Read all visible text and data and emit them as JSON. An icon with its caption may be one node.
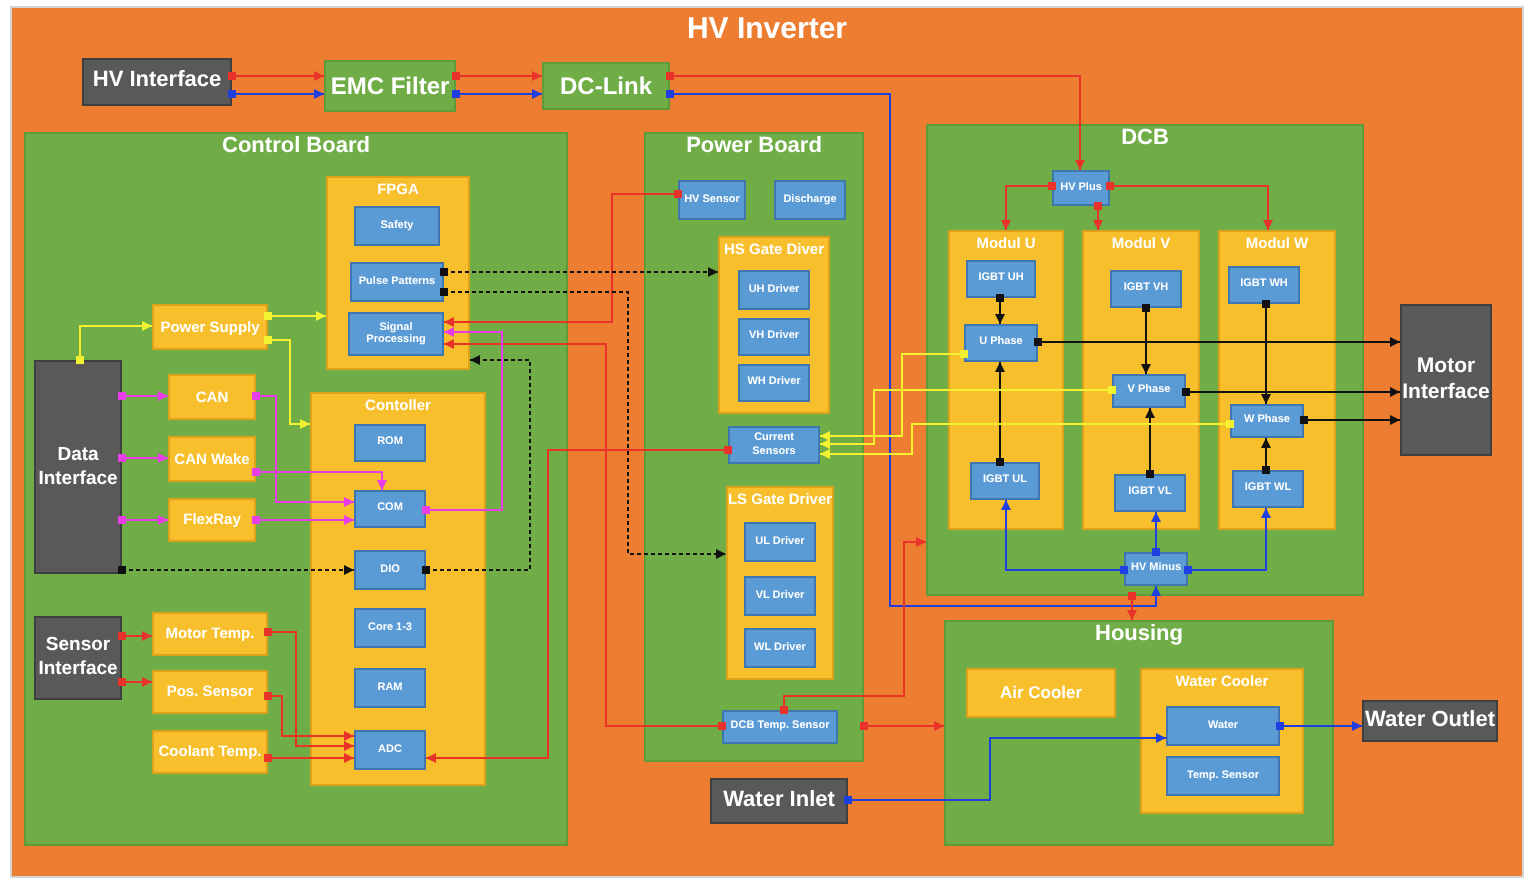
{
  "diagram": {
    "nodes": [
      {
        "text": [
          "HV Inverter"
        ]
      },
      {
        "text": [
          "HV Interface"
        ],
        "in": 0
      },
      {
        "text": [
          "EMC Filter"
        ],
        "in": 0
      },
      {
        "text": [
          "DC-Link"
        ],
        "in": 0
      },
      {
        "text": [
          "Control Board"
        ],
        "in": 0
      },
      {
        "text": [
          "FPGA"
        ],
        "in": 4
      },
      {
        "text": [
          "Safety"
        ],
        "in": 5
      },
      {
        "text": [
          "Pulse Patterns"
        ],
        "in": 5
      },
      {
        "text": [
          "Signal Processing"
        ],
        "in": 5
      },
      {
        "text": [
          "Power Supply"
        ],
        "in": 4
      },
      {
        "text": [
          "Data Interface"
        ],
        "in": 4
      },
      {
        "text": [
          "CAN"
        ],
        "in": 4
      },
      {
        "text": [
          "CAN Wake"
        ],
        "in": 4
      },
      {
        "text": [
          "FlexRay"
        ],
        "in": 4
      },
      {
        "text": [
          "Contoller"
        ],
        "in": 4
      },
      {
        "text": [
          "ROM"
        ],
        "in": 14
      },
      {
        "text": [
          "COM"
        ],
        "in": 14
      },
      {
        "text": [
          "DIO"
        ],
        "in": 14
      },
      {
        "text": [
          "Core 1-3"
        ],
        "in": 14
      },
      {
        "text": [
          "RAM"
        ],
        "in": 14
      },
      {
        "text": [
          "ADC"
        ],
        "in": 14
      },
      {
        "text": [
          "Sensor Interface"
        ],
        "in": 4
      },
      {
        "text": [
          "Motor Temp."
        ],
        "in": 4
      },
      {
        "text": [
          "Pos. Sensor"
        ],
        "in": 4
      },
      {
        "text": [
          "Coolant Temp."
        ],
        "in": 4
      },
      {
        "text": [
          "Power Board"
        ],
        "in": 0
      },
      {
        "text": [
          "HV Sensor"
        ],
        "in": 25
      },
      {
        "text": [
          "Discharge"
        ],
        "in": 25
      },
      {
        "text": [
          "HS Gate Diver"
        ],
        "in": 25
      },
      {
        "text": [
          "UH Driver"
        ],
        "in": 28
      },
      {
        "text": [
          "VH Driver"
        ],
        "in": 28
      },
      {
        "text": [
          "WH Driver"
        ],
        "in": 28
      },
      {
        "text": [
          "Current Sensors"
        ],
        "in": 25
      },
      {
        "text": [
          "LS Gate Driver"
        ],
        "in": 25
      },
      {
        "text": [
          "UL Driver"
        ],
        "in": 33
      },
      {
        "text": [
          "VL Driver"
        ],
        "in": 33
      },
      {
        "text": [
          "WL Driver"
        ],
        "in": 33
      },
      {
        "text": [
          "DCB Temp. Sensor"
        ],
        "in": 25
      },
      {
        "text": [
          "DCB"
        ],
        "in": 0
      },
      {
        "text": [
          "HV Plus"
        ],
        "in": 38
      },
      {
        "text": [
          "Modul U"
        ],
        "in": 38
      },
      {
        "text": [
          "IGBT UH"
        ],
        "in": 40
      },
      {
        "text": [
          "U Phase"
        ],
        "in": 40
      },
      {
        "text": [
          "IGBT UL"
        ],
        "in": 40
      },
      {
        "text": [
          "Modul V"
        ],
        "in": 38
      },
      {
        "text": [
          "IGBT VH"
        ],
        "in": 44
      },
      {
        "text": [
          "V Phase"
        ],
        "in": 44
      },
      {
        "text": [
          "IGBT VL"
        ],
        "in": 44
      },
      {
        "text": [
          "Modul W"
        ],
        "in": 38
      },
      {
        "text": [
          "IGBT WH"
        ],
        "in": 48
      },
      {
        "text": [
          "W Phase"
        ],
        "in": 48
      },
      {
        "text": [
          "IGBT WL"
        ],
        "in": 48
      },
      {
        "text": [
          "HV Minus"
        ],
        "in": 38
      },
      {
        "text": [
          "Motor Interface"
        ],
        "in": 0
      },
      {
        "text": [
          "Housing"
        ],
        "in": 0
      },
      {
        "text": [
          "Air Cooler"
        ],
        "in": 54
      },
      {
        "text": [
          "Water Cooler"
        ],
        "in": 54
      },
      {
        "text": [
          "Water"
        ],
        "in": 56
      },
      {
        "text": [
          "Temp. Sensor"
        ],
        "in": 56
      },
      {
        "text": [
          "Water Outlet"
        ],
        "in": 0
      },
      {
        "text": [
          "Water Inlet"
        ],
        "in": 0
      }
    ],
    "edges": [
      {
        "from": 1,
        "to": 2,
        "arrow": "to"
      },
      {
        "from": 1,
        "to": 2,
        "arrow": "to",
        "color": "#1f3fe0"
      },
      {
        "from": 2,
        "to": 3,
        "arrow": "to"
      },
      {
        "from": 2,
        "to": 3,
        "arrow": "to",
        "color": "#1f3fe0"
      },
      {
        "from": 3,
        "to": 39,
        "arrow": "to"
      },
      {
        "from": 3,
        "to": 52,
        "arrow": "to",
        "color": "#1f3fe0"
      },
      {
        "from": 39,
        "to": 40,
        "arrow": "to"
      },
      {
        "from": 39,
        "to": 44,
        "arrow": "to"
      },
      {
        "from": 39,
        "to": 48,
        "arrow": "to"
      },
      {
        "from": 41,
        "to": 42,
        "arrow": "to",
        "color": "#111111"
      },
      {
        "from": 43,
        "to": 42,
        "arrow": "to",
        "color": "#111111"
      },
      {
        "from": 45,
        "to": 46,
        "arrow": "to",
        "color": "#111111"
      },
      {
        "from": 47,
        "to": 46,
        "arrow": "to",
        "color": "#111111"
      },
      {
        "from": 49,
        "to": 50,
        "arrow": "to",
        "color": "#111111"
      },
      {
        "from": 51,
        "to": 50,
        "arrow": "to",
        "color": "#111111"
      },
      {
        "from": 42,
        "to": 53,
        "arrow": "to",
        "color": "#111111"
      },
      {
        "from": 46,
        "to": 53,
        "arrow": "to",
        "color": "#111111"
      },
      {
        "from": 50,
        "to": 53,
        "arrow": "to",
        "color": "#111111"
      },
      {
        "from": 52,
        "to": 43,
        "arrow": "to",
        "color": "#1f3fe0"
      },
      {
        "from": 52,
        "to": 47,
        "arrow": "to",
        "color": "#1f3fe0"
      },
      {
        "from": 52,
        "to": 51,
        "arrow": "to",
        "color": "#1f3fe0"
      },
      {
        "from": 42,
        "to": 32,
        "arrow": "to",
        "color": "#f2f230"
      },
      {
        "from": 46,
        "to": 32,
        "arrow": "to",
        "color": "#f2f230"
      },
      {
        "from": 50,
        "to": 32,
        "arrow": "to",
        "color": "#f2f230"
      },
      {
        "from": 32,
        "to": 20,
        "arrow": "to"
      },
      {
        "from": 26,
        "to": 8,
        "arrow": "to"
      },
      {
        "from": 37,
        "to": 8,
        "arrow": "to"
      },
      {
        "from": 37,
        "to": 38,
        "arrow": "to"
      },
      {
        "from": 25,
        "to": 54,
        "arrow": "to"
      },
      {
        "from": 38,
        "to": 54,
        "arrow": "to"
      },
      {
        "from": 7,
        "to": 28,
        "arrow": "to",
        "style": "dashed",
        "color": "#111111"
      },
      {
        "from": 7,
        "to": 33,
        "arrow": "to",
        "style": "dashed",
        "color": "#111111"
      },
      {
        "from": 17,
        "to": 5,
        "arrow": "to",
        "style": "dashed",
        "color": "#111111"
      },
      {
        "from": 10,
        "to": 17,
        "arrow": "to",
        "style": "dashed",
        "color": "#111111"
      },
      {
        "from": 10,
        "to": 11,
        "arrow": "to",
        "color": "#e83ee8"
      },
      {
        "from": 10,
        "to": 12,
        "arrow": "to",
        "color": "#e83ee8"
      },
      {
        "from": 10,
        "to": 13,
        "arrow": "to",
        "color": "#e83ee8"
      },
      {
        "from": 11,
        "to": 16,
        "arrow": "to",
        "color": "#e83ee8"
      },
      {
        "from": 12,
        "to": 16,
        "arrow": "to",
        "color": "#e83ee8"
      },
      {
        "from": 13,
        "to": 16,
        "arrow": "to",
        "color": "#e83ee8"
      },
      {
        "from": 16,
        "to": 8,
        "arrow": "to",
        "color": "#e83ee8"
      },
      {
        "from": 10,
        "to": 9,
        "arrow": "to",
        "color": "#f2f230"
      },
      {
        "from": 9,
        "to": 5,
        "arrow": "to",
        "color": "#f2f230"
      },
      {
        "from": 9,
        "to": 14,
        "arrow": "to",
        "color": "#f2f230"
      },
      {
        "from": 21,
        "to": 22,
        "arrow": "to"
      },
      {
        "from": 21,
        "to": 23,
        "arrow": "to"
      },
      {
        "from": 22,
        "to": 20,
        "arrow": "to"
      },
      {
        "from": 23,
        "to": 20,
        "arrow": "to"
      },
      {
        "from": 24,
        "to": 20,
        "arrow": "to"
      },
      {
        "from": 60,
        "to": 57,
        "arrow": "to",
        "color": "#1f3fe0"
      },
      {
        "from": 57,
        "to": 59,
        "arrow": "to",
        "color": "#1f3fe0"
      }
    ]
  }
}
